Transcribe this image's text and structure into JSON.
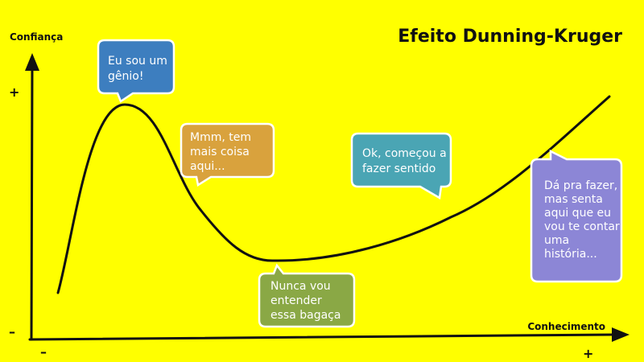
{
  "title": "Efeito Dunning-Kruger",
  "y_axis_label": "Confiança",
  "x_axis_label": "Conhecimento",
  "y_axis_high": "+",
  "y_axis_low": "–",
  "x_axis_low": "–",
  "x_axis_high": "+",
  "colors": {
    "background": "#ffff00",
    "axis": "#111111",
    "bubble_border": "#ffffff"
  },
  "bubbles": [
    {
      "id": "peak",
      "lines": [
        "Eu sou um",
        "gênio!"
      ],
      "color": "#3d7ebf"
    },
    {
      "id": "doubt",
      "lines": [
        "Mmm, tem",
        "mais coisa",
        "aqui..."
      ],
      "color": "#d9a23d"
    },
    {
      "id": "valley",
      "lines": [
        "Nunca vou",
        "entender",
        "essa bagaça"
      ],
      "color": "#8aa845"
    },
    {
      "id": "slope",
      "lines": [
        "Ok, começou a",
        "fazer sentido"
      ],
      "color": "#4aa5b4"
    },
    {
      "id": "plateau",
      "lines": [
        "Dá pra fazer,",
        "mas senta",
        "aqui que eu",
        "vou te contar",
        "uma",
        "história..."
      ],
      "color": "#8c86d6"
    }
  ]
}
